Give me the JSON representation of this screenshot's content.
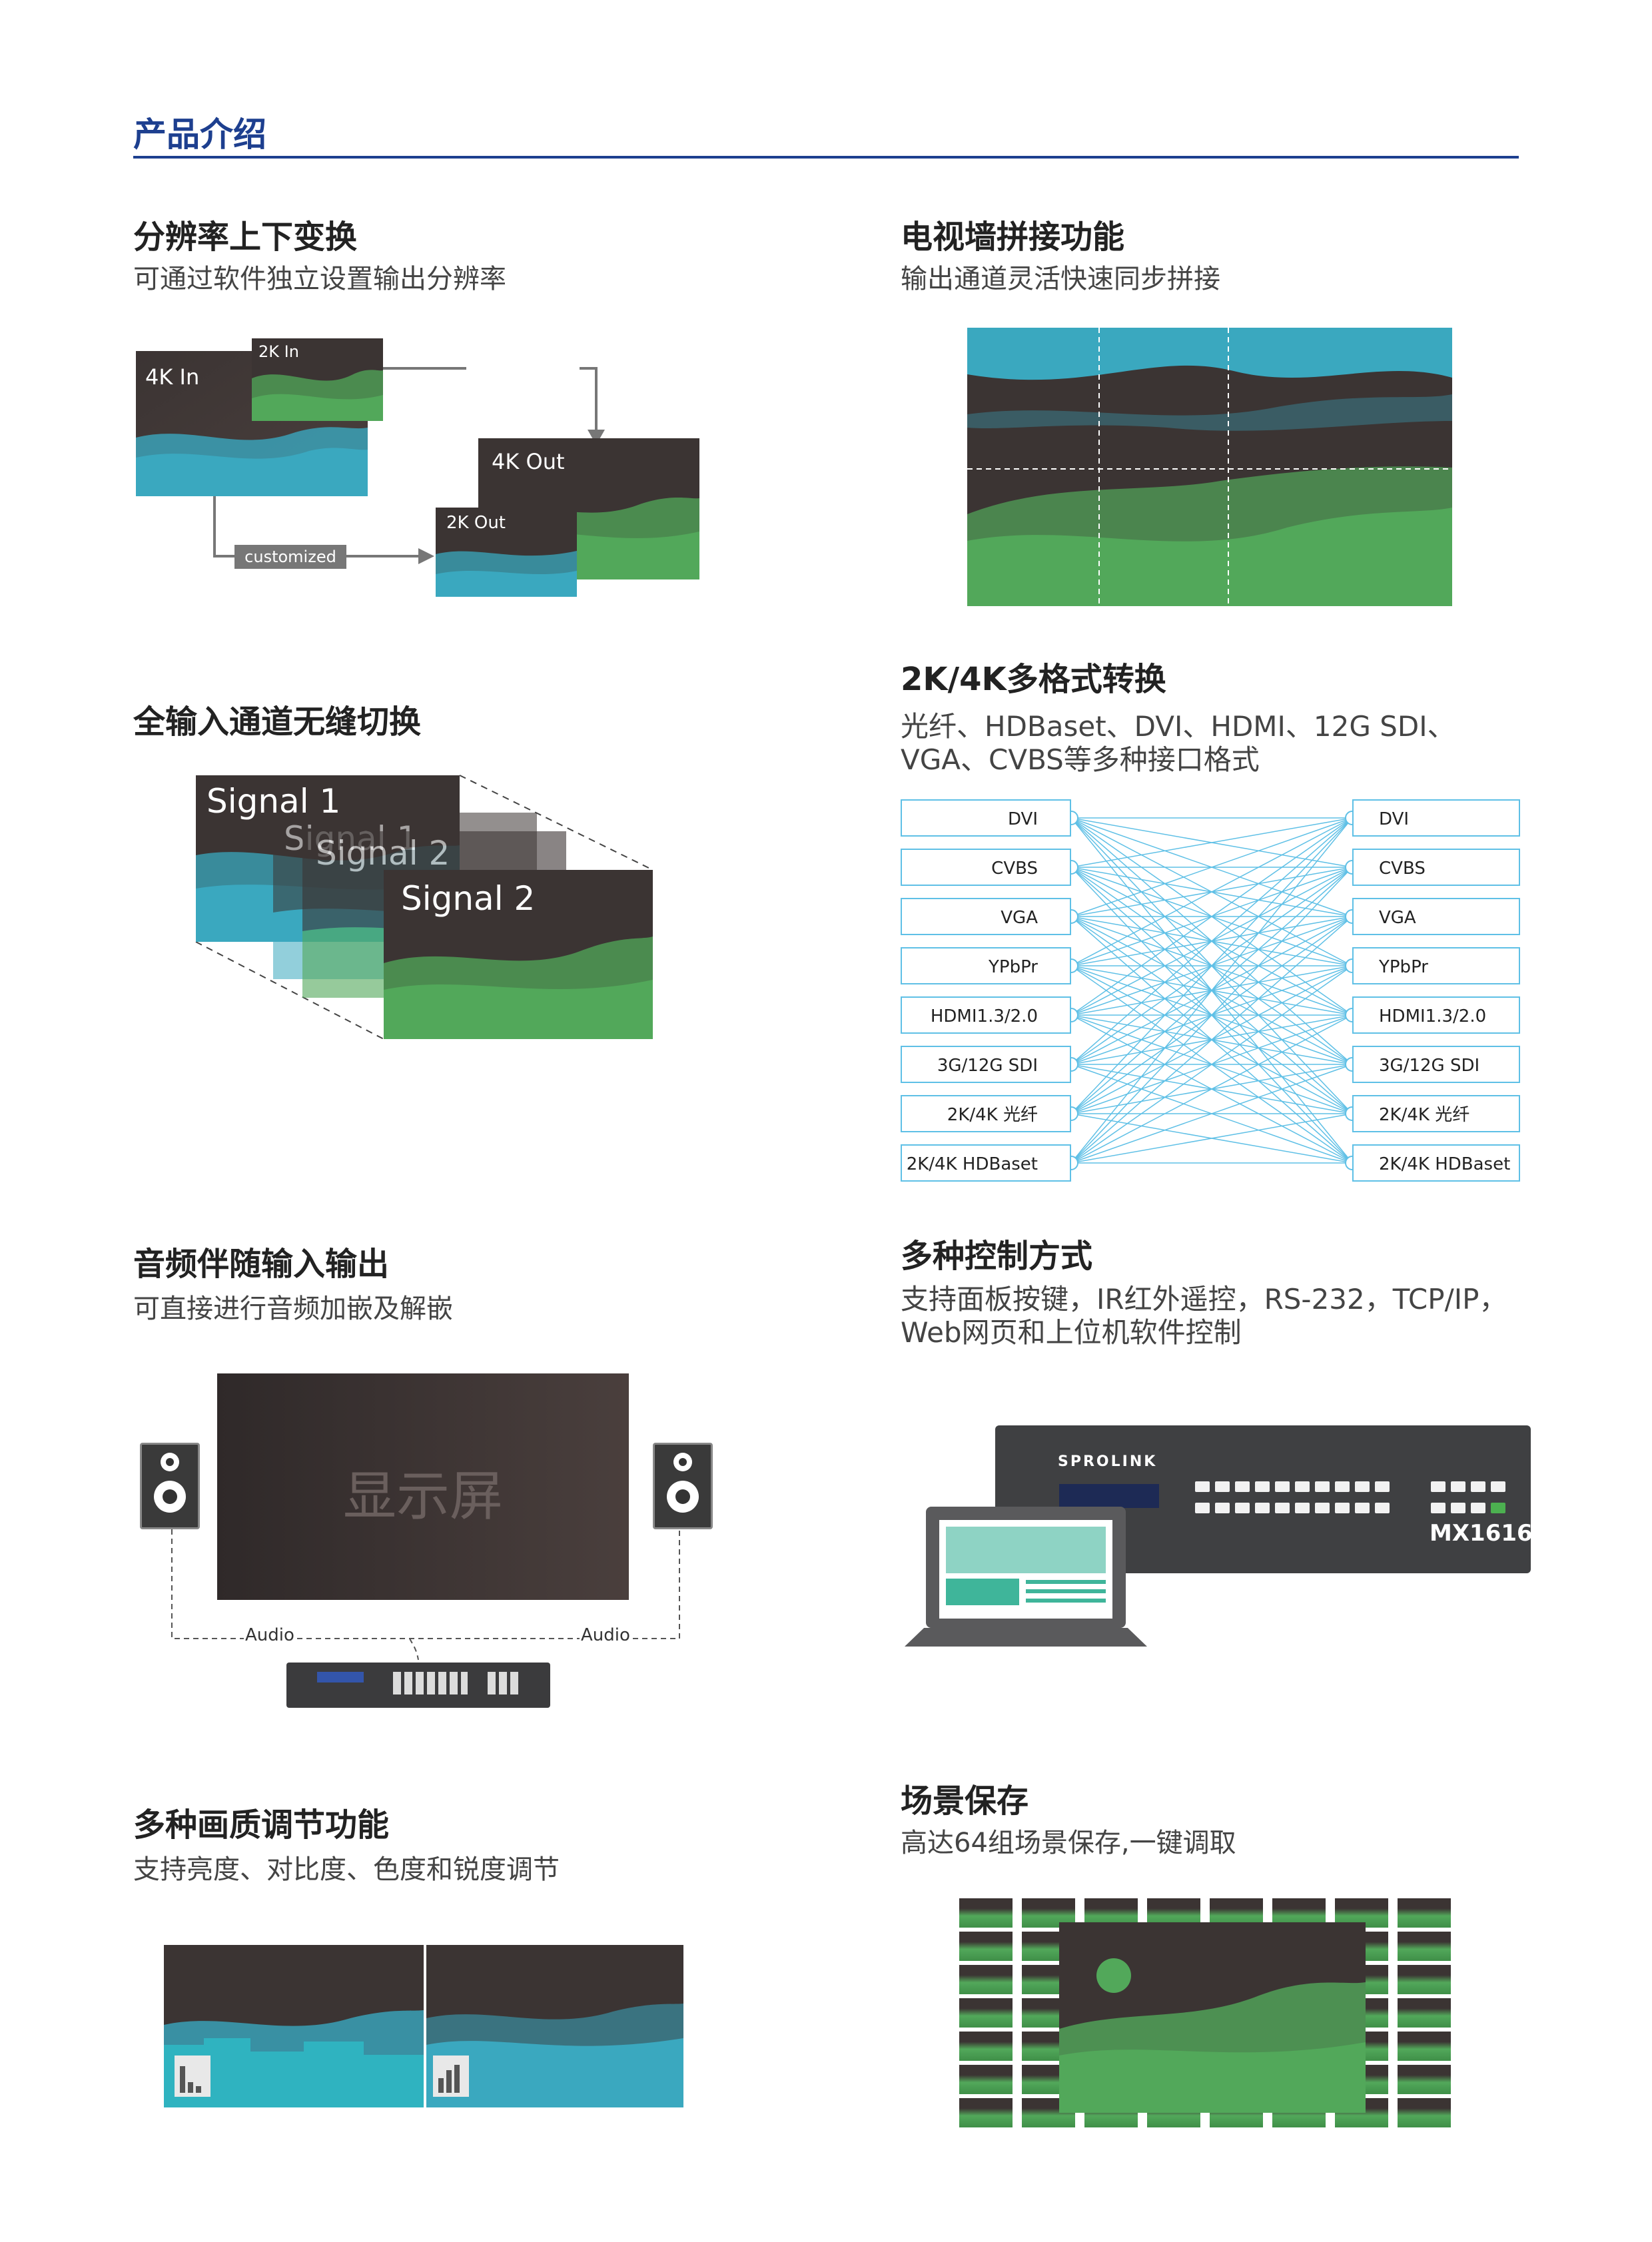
{
  "page": {
    "title": "产品介绍"
  },
  "features": [
    {
      "title": "分辨率上下变换",
      "desc": [
        "可通过软件独立设置输出分辨率"
      ]
    },
    {
      "title": "电视墙拼接功能",
      "desc": [
        "输出通道灵活快速同步拼接"
      ]
    },
    {
      "title": "全输入通道无缝切换",
      "desc": []
    },
    {
      "title": "2K/4K多格式转换",
      "desc": [
        "光纤、HDBaset、DVI、HDMI、12G SDI、",
        "VGA、CVBS等多种接口格式"
      ]
    },
    {
      "title": "音频伴随输入输出",
      "desc": [
        "可直接进行音频加嵌及解嵌"
      ]
    },
    {
      "title": "多种控制方式",
      "desc": [
        "支持面板按键，IR红外遥控，RS-232，TCP/IP，",
        "Web网页和上位机软件控制"
      ]
    },
    {
      "title": "多种画质调节功能",
      "desc": [
        "支持亮度、对比度、色度和锐度调节"
      ]
    },
    {
      "title": "场景保存",
      "desc": [
        "高达64组场景保存,一键调取"
      ]
    }
  ],
  "scaling": {
    "in_4k": "4K In",
    "in_2k": "2K In",
    "out_4k": "4K Out",
    "out_2k": "2K Out",
    "custom": "customized"
  },
  "switching": {
    "signals": [
      "Signal 1",
      "Signal 1",
      "Signal 2",
      "Signal 2"
    ]
  },
  "formats": [
    "DVI",
    "CVBS",
    "VGA",
    "YPbPr",
    "HDMI1.3/2.0",
    "3G/12G SDI",
    "2K/4K 光纤",
    "2K/4K HDBaset"
  ],
  "audio": {
    "screen_text": "显示屏",
    "left_label": "Audio",
    "right_label": "Audio"
  },
  "control": {
    "brand": "SPROLINK",
    "model": "MX1616"
  },
  "colors": {
    "accent": "#1d3f8f",
    "teal": "#3aa8bf",
    "green": "#52a85a",
    "dark": "#3b3433",
    "line": "#5fc0e6"
  }
}
